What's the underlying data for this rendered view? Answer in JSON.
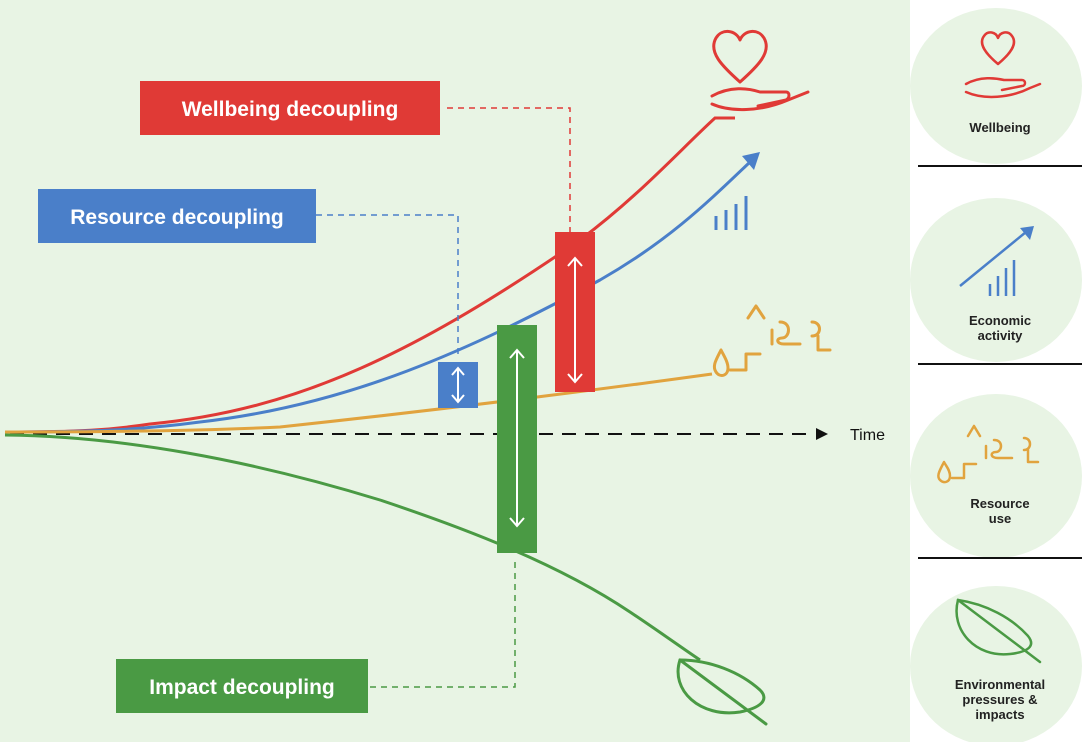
{
  "diagram": {
    "labels": {
      "wellbeing_decoupling": "Wellbeing decoupling",
      "resource_decoupling": "Resource decoupling",
      "impact_decoupling": "Impact decoupling"
    },
    "axis": {
      "time": "Time"
    },
    "curves": [
      {
        "id": "wellbeing",
        "color": "#e03a36"
      },
      {
        "id": "economic_activity",
        "color": "#4a7fc9"
      },
      {
        "id": "resource_use",
        "color": "#e1a33e"
      },
      {
        "id": "environmental_pressures",
        "color": "#4a9a44"
      }
    ],
    "colors": {
      "background": "#e8f4e4",
      "wellbeing": "#e03a36",
      "resource": "#4a7fc9",
      "impact": "#4a9a44",
      "resource_use": "#e1a33e"
    }
  },
  "legend": {
    "items": [
      {
        "label": "Wellbeing",
        "icon": "heart-hand-icon"
      },
      {
        "label": "Economic\nactivity",
        "icon": "rising-bars-icon"
      },
      {
        "label": "Resource\nuse",
        "icon": "resources-icon"
      },
      {
        "label": "Environmental\npressures &\nimpacts",
        "icon": "leaf-icon"
      }
    ]
  }
}
